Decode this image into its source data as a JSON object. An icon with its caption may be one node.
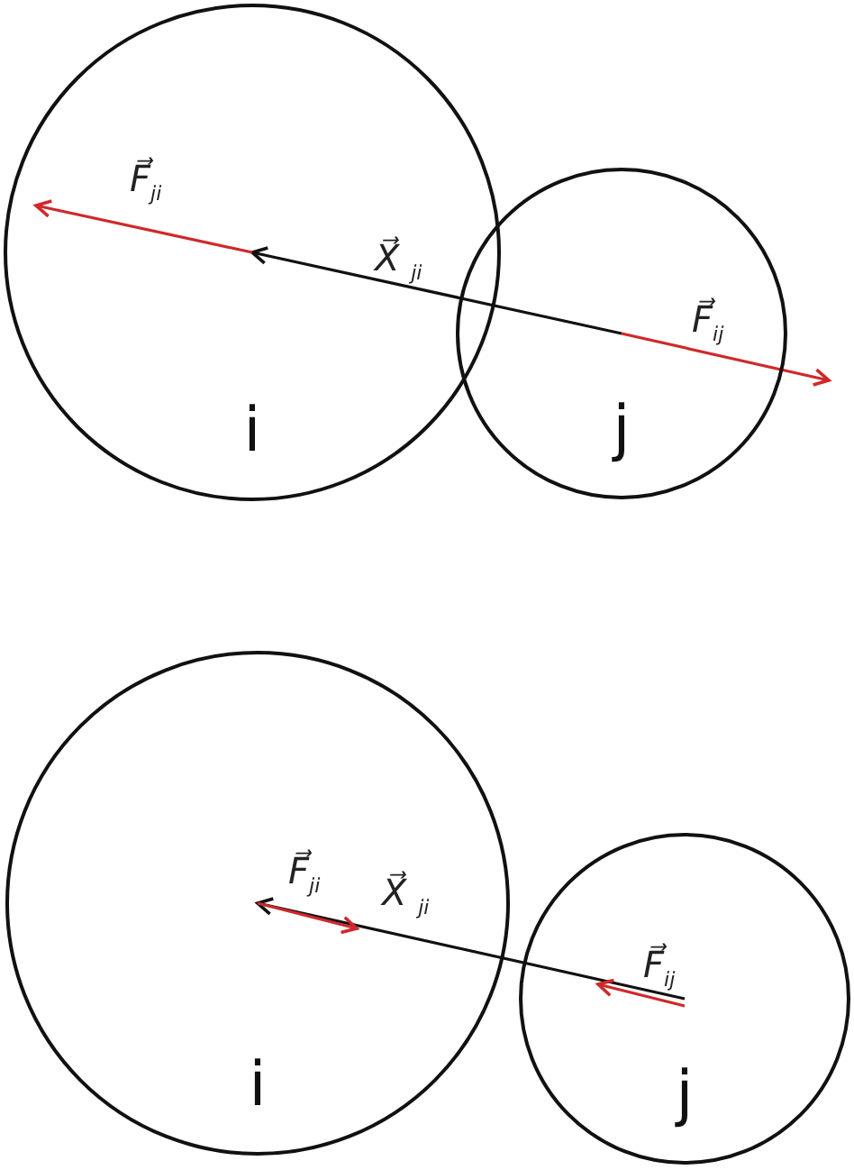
{
  "diagram": {
    "nodes": [
      {
        "text": [
          "i"
        ]
      },
      {
        "text": [
          "j"
        ]
      },
      {
        "text": [
          "i"
        ]
      },
      {
        "text": [
          "j"
        ]
      }
    ],
    "edges": [
      {
        "from": 1,
        "to": 0,
        "arrow": "to",
        "label": "X⃗ $_{ji}$"
      },
      {
        "from": 3,
        "to": 2,
        "arrow": "to",
        "label": "X⃗ $_{ji}$"
      }
    ],
    "labels": [
      "F⃗$_{ji}$",
      "F⃗$_{ij}$",
      "F⃗$_{ji}$",
      "F⃗$_{ij}$"
    ]
  }
}
